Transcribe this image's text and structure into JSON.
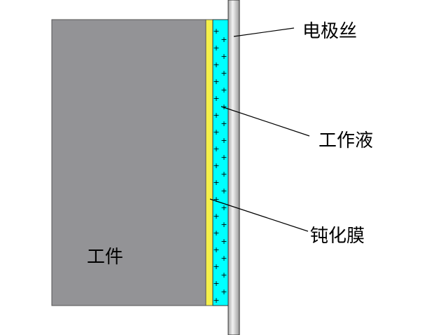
{
  "labels": {
    "electrode_wire": "电极丝",
    "working_fluid": "工作液",
    "passivation_film": "钝化膜",
    "workpiece": "工件"
  },
  "colors": {
    "workpiece": "#939396",
    "film": "#f5f04a",
    "fluid": "#00ffff",
    "wire": "#d0d0d0"
  },
  "fluid_ion_symbol": "+"
}
